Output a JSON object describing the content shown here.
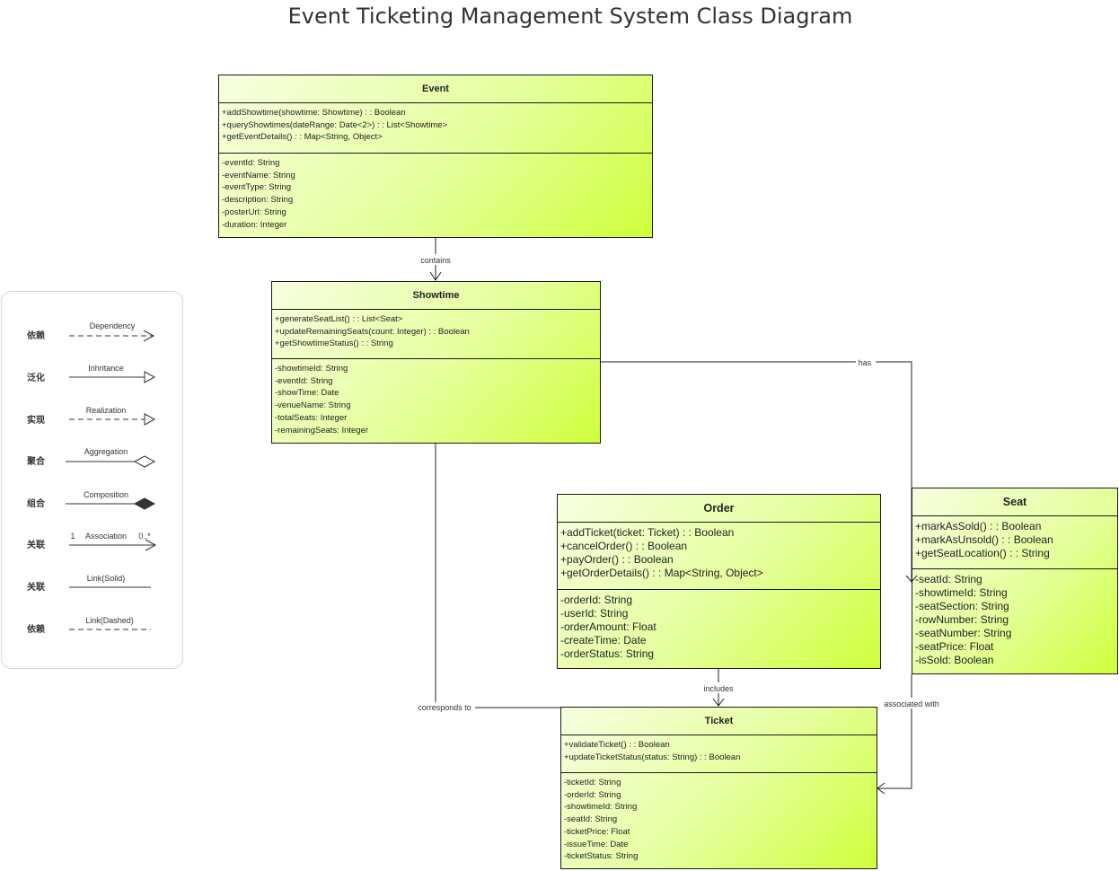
{
  "title": "Event Ticketing Management System Class Diagram",
  "classes": {
    "event": {
      "name": "Event",
      "methods": [
        "+addShowtime(showtime: Showtime) : : Boolean",
        "+queryShowtimes(dateRange: Date<2>) : : List<Showtime>",
        "+getEventDetails() : : Map<String, Object>"
      ],
      "attributes": [
        "-eventId: String",
        "-eventName: String",
        "-eventType: String",
        "-description: String",
        "-posterUrl: String",
        "-duration: Integer"
      ]
    },
    "showtime": {
      "name": "Showtime",
      "methods": [
        "+generateSeatList() : : List<Seat>",
        "+updateRemainingSeats(count: Integer) : : Boolean",
        "+getShowtimeStatus() : : String"
      ],
      "attributes": [
        "-showtimeId: String",
        "-eventId: String",
        "-showTime: Date",
        "-venueName: String",
        "-totalSeats: Integer",
        "-remainingSeats: Integer"
      ]
    },
    "order": {
      "name": "Order",
      "methods": [
        "+addTicket(ticket: Ticket) : : Boolean",
        "+cancelOrder() : : Boolean",
        "+payOrder() : : Boolean",
        "+getOrderDetails() : : Map<String, Object>"
      ],
      "attributes": [
        "-orderId: String",
        "-userId: String",
        "-orderAmount: Float",
        "-createTime: Date",
        "-orderStatus: String"
      ]
    },
    "seat": {
      "name": "Seat",
      "methods": [
        "+markAsSold() : : Boolean",
        "+markAsUnsold() : : Boolean",
        "+getSeatLocation() : : String"
      ],
      "attributes": [
        "-seatId: String",
        "-showtimeId: String",
        "-seatSection: String",
        "-rowNumber: String",
        "-seatNumber: String",
        "-seatPrice: Float",
        "-isSold: Boolean"
      ]
    },
    "ticket": {
      "name": "Ticket",
      "methods": [
        "+validateTicket() : : Boolean",
        "+updateTicketStatus(status: String) : : Boolean"
      ],
      "attributes": [
        "-ticketId: String",
        "-orderId: String",
        "-showtimeId: String",
        "-seatId: String",
        "-ticketPrice: Float",
        "-issueTime: Date",
        "-ticketStatus: String"
      ]
    }
  },
  "relationships": [
    {
      "from": "Event",
      "to": "Showtime",
      "label": "contains"
    },
    {
      "from": "Showtime",
      "to": "Seat",
      "label": "has"
    },
    {
      "from": "Order",
      "to": "Ticket",
      "label": "includes"
    },
    {
      "from": "Showtime",
      "to": "Ticket",
      "label": "corresponds to"
    },
    {
      "from": "Seat",
      "to": "Ticket",
      "label": "associated with"
    }
  ],
  "legend": [
    {
      "cn": "依赖",
      "en": "Dependency"
    },
    {
      "cn": "泛化",
      "en": "Inhritance"
    },
    {
      "cn": "实现",
      "en": "Realization"
    },
    {
      "cn": "聚合",
      "en": "Aggregation"
    },
    {
      "cn": "组合",
      "en": "Composition"
    },
    {
      "cn": "关联",
      "en": "Association",
      "mult_from": "1",
      "mult_to": "0..*"
    },
    {
      "cn": "关联",
      "en": "Link(Solid)"
    },
    {
      "cn": "依赖",
      "en": "Link(Dashed)"
    }
  ],
  "colors": {
    "class_fill_light": "#f7ffe0",
    "class_fill_dark": "#cfff3a",
    "border": "#1a1a1a"
  }
}
